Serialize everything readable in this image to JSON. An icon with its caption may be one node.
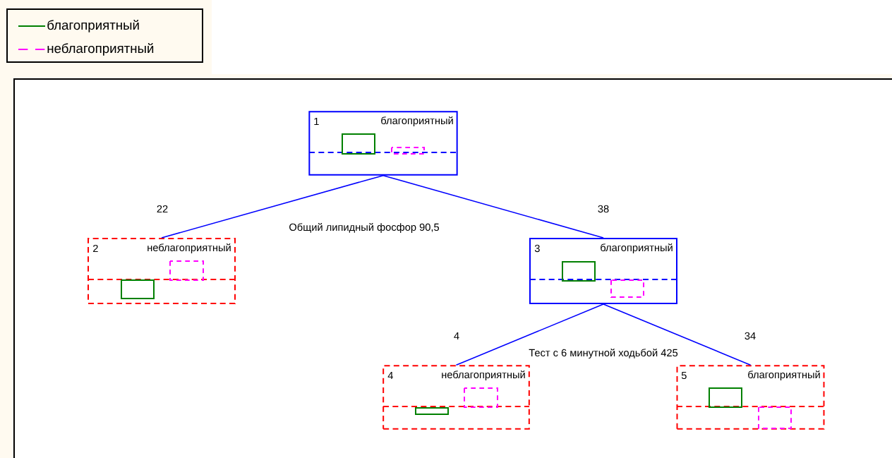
{
  "diagram": {
    "nodes": [
      {
        "text": [
          "1",
          "благоприятный"
        ]
      },
      {
        "text": [
          "2",
          "неблагоприятный"
        ]
      },
      {
        "text": [
          "3",
          "благоприятный"
        ]
      },
      {
        "text": [
          "4",
          "неблагоприятный"
        ]
      },
      {
        "text": [
          "5",
          "благоприятный"
        ]
      }
    ],
    "edges": [
      {
        "from": 0,
        "to": 1,
        "arrow": "none",
        "label": "22"
      },
      {
        "from": 0,
        "to": 2,
        "arrow": "none",
        "label": "38"
      },
      {
        "from": 2,
        "to": 3,
        "arrow": "none",
        "label": "4"
      },
      {
        "from": 2,
        "to": 4,
        "arrow": "none",
        "label": "34"
      }
    ],
    "labels": [
      "Общий липидный фосфор 90,5",
      "Тест с 6 минутной ходьбой 425"
    ],
    "legend": [
      {
        "text": "благоприятный"
      },
      {
        "text": "неблагоприятный"
      }
    ]
  }
}
